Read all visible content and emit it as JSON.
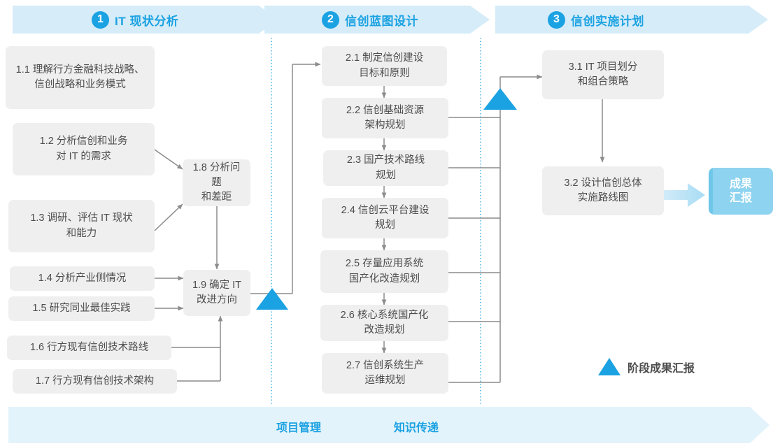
{
  "phases": [
    {
      "num": "1",
      "title": "IT 现状分析"
    },
    {
      "num": "2",
      "title": "信创蓝图设计"
    },
    {
      "num": "3",
      "title": "信创实施计划"
    }
  ],
  "phase1_tasks": [
    {
      "id": "1.1",
      "label": "1.1 理解行方金融科技战略、\n信创战略和业务模式"
    },
    {
      "id": "1.2",
      "label": "1.2 分析信创和业务\n对 IT 的需求"
    },
    {
      "id": "1.3",
      "label": "1.3 调研、评估 IT 现状\n和能力"
    },
    {
      "id": "1.4",
      "label": "1.4 分析产业侧情况"
    },
    {
      "id": "1.5",
      "label": "1.5 研究同业最佳实践"
    },
    {
      "id": "1.6",
      "label": "1.6 行方现有信创技术路线"
    },
    {
      "id": "1.7",
      "label": "1.7 行方现有信创技术架构"
    },
    {
      "id": "1.8",
      "label": "1.8 分析问题\n和差距"
    },
    {
      "id": "1.9",
      "label": "1.9 确定 IT\n改进方向"
    }
  ],
  "phase2_tasks": [
    {
      "id": "2.1",
      "label": "2.1 制定信创建设\n目标和原则"
    },
    {
      "id": "2.2",
      "label": "2.2 信创基础资源\n架构规划"
    },
    {
      "id": "2.3",
      "label": "2.3 国产技术路线\n规划"
    },
    {
      "id": "2.4",
      "label": "2.4 信创云平台建设\n规划"
    },
    {
      "id": "2.5",
      "label": "2.5 存量应用系统\n国产化改造规划"
    },
    {
      "id": "2.6",
      "label": "2.6 核心系统国产化\n改造规划"
    },
    {
      "id": "2.7",
      "label": "2.7 信创系统生产\n运维规划"
    }
  ],
  "phase3_tasks": [
    {
      "id": "3.1",
      "label": "3.1 IT 项目划分\n和组合策略"
    },
    {
      "id": "3.2",
      "label": "3.2 设计信创总体\n实施路线图"
    }
  ],
  "result": {
    "label": "成果\n汇报"
  },
  "legend": {
    "label": "阶段成果汇报",
    "marker": "triangle"
  },
  "footer": {
    "items": [
      {
        "label": "项目管理"
      },
      {
        "label": "知识传递"
      }
    ]
  },
  "colors": {
    "accent": "#1ba2e2",
    "header_band": "#d6ecf8",
    "footer_band": "#e3f3fb",
    "box_bg": "#efefef",
    "box_text": "#4d4d4d",
    "connector": "#8c8c8c",
    "result_bg": "#8ed3ef",
    "divider": "#4fb8e8"
  }
}
